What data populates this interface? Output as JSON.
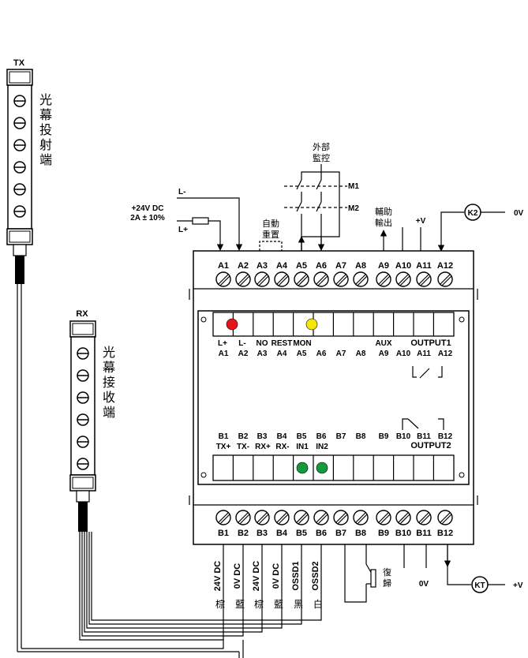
{
  "transmitter": {
    "tag": "TX",
    "name_chars": [
      "光",
      "幕",
      "投",
      "射",
      "端"
    ]
  },
  "receiver": {
    "tag": "RX",
    "name_chars": [
      "光",
      "幕",
      "接",
      "收",
      "端"
    ]
  },
  "power": {
    "supply_line1": "+24V DC",
    "supply_line2": "2A ± 10%",
    "l_minus": "L-",
    "l_plus": "L+"
  },
  "external_monitor": {
    "title_line1": "外部",
    "title_line2": "監控",
    "m1": "M1",
    "m2": "M2"
  },
  "auto_reset": {
    "line1": "自動",
    "line2": "重置"
  },
  "aux_output": {
    "line1": "輔助",
    "line2": "輸出"
  },
  "top_supply": {
    "plus_v": "+V",
    "zero_v": "0V",
    "relay": "K2"
  },
  "top_terminals": [
    "A1",
    "A2",
    "A3",
    "A4",
    "A5",
    "A6",
    "A7",
    "A8",
    "A9",
    "A10",
    "A11",
    "A12"
  ],
  "panel_top": {
    "row1": [
      "L+",
      "L-",
      "NO",
      "REST",
      "MON",
      "",
      "",
      "",
      "AUX",
      "OUTPUT1"
    ],
    "row2": [
      "A1",
      "A2",
      "A3",
      "A4",
      "A5",
      "A6",
      "A7",
      "A8",
      "A9",
      "A10",
      "A11",
      "A12"
    ],
    "leds": {
      "power_color": "#e8141c",
      "monitor_color": "#f5e60a"
    }
  },
  "panel_bottom": {
    "row1": [
      "B1",
      "B2",
      "B3",
      "B4",
      "B5",
      "B6",
      "B7",
      "B8",
      "B9",
      "B10",
      "B11",
      "B12"
    ],
    "row2": [
      "TX+",
      "TX-",
      "RX+",
      "RX-",
      "IN1",
      "IN2",
      "OUTPUT2"
    ],
    "leds": {
      "in1_color": "#129a3c",
      "in2_color": "#129a3c"
    }
  },
  "bottom_terminals": [
    "B1",
    "B2",
    "B3",
    "B4",
    "B5",
    "B6",
    "B7",
    "B8",
    "B9",
    "B10",
    "B11",
    "B12"
  ],
  "wires": [
    {
      "signal": "24V DC",
      "color": "棕"
    },
    {
      "signal": "0V DC",
      "color": "藍"
    },
    {
      "signal": "24V DC",
      "color": "棕"
    },
    {
      "signal": "0V DC",
      "color": "藍"
    },
    {
      "signal": "OSSD1",
      "color": "黑"
    },
    {
      "signal": "OSSD2",
      "color": "白"
    }
  ],
  "reset_switch": {
    "line1": "復",
    "line2": "歸"
  },
  "bottom_supply": {
    "zero_v": "0V",
    "plus_v": "+V",
    "relay": "KT"
  }
}
